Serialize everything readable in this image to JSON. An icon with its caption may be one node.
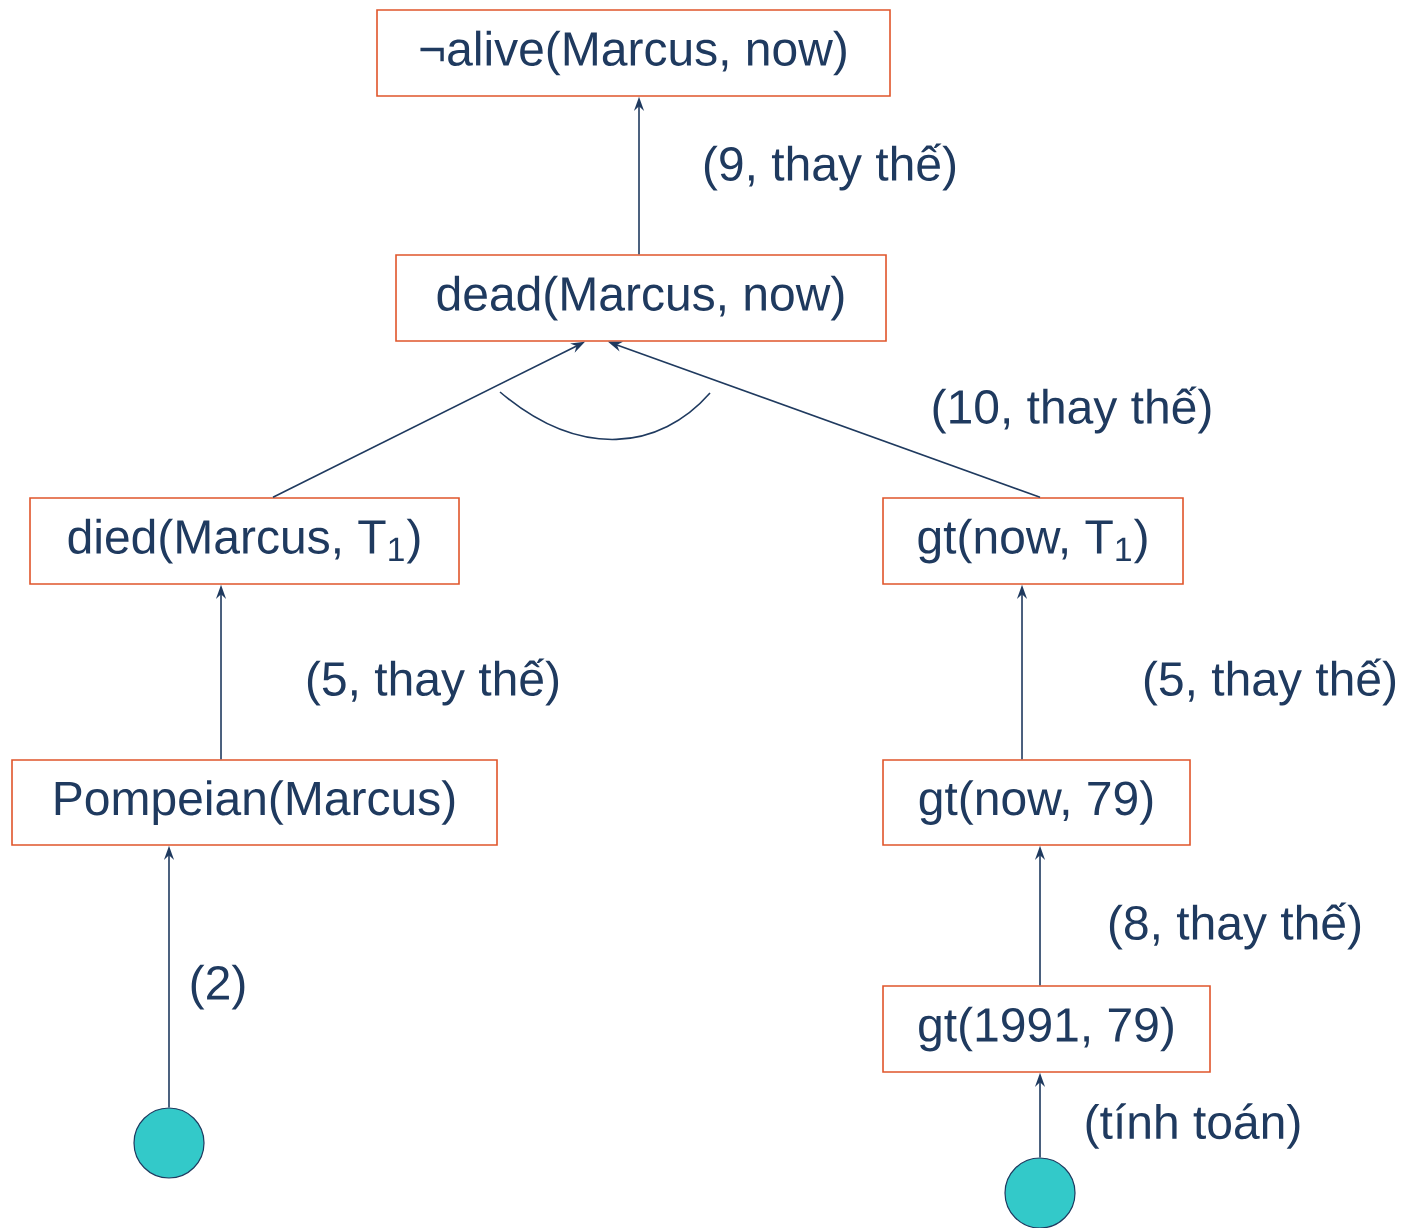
{
  "diagram": {
    "nodes": [
      {
        "text": [
          "¬alive(Marcus, now)"
        ]
      },
      {
        "text": [
          "dead(Marcus, now)"
        ]
      },
      {
        "text": [
          "died(Marcus, T$_{1}$)"
        ]
      },
      {
        "text": [
          "gt(now, T$_{1}$)"
        ]
      },
      {
        "text": [
          "Pompeian(Marcus)"
        ]
      },
      {
        "text": [
          "gt(now, 79)"
        ]
      },
      {
        "text": [
          "gt(1991, 79)"
        ]
      },
      {
        "text": [],
        "shape": "circle"
      },
      {
        "text": [],
        "shape": "circle"
      }
    ],
    "edges": [
      {
        "from": 1,
        "to": 0,
        "arrow": "to",
        "label": "(9, thay thế)"
      },
      {
        "from": 2,
        "to": 1,
        "arrow": "to"
      },
      {
        "from": 3,
        "to": 1,
        "arrow": "to",
        "label": "(10, thay thế)"
      },
      {
        "from": 4,
        "to": 2,
        "arrow": "to",
        "label": "(5, thay thế)"
      },
      {
        "from": 5,
        "to": 3,
        "arrow": "to",
        "label": "(5, thay thế)"
      },
      {
        "from": 6,
        "to": 5,
        "arrow": "to",
        "label": "(8, thay thế)"
      },
      {
        "from": 7,
        "to": 4,
        "arrow": "to",
        "label": "(2)"
      },
      {
        "from": 8,
        "to": 6,
        "arrow": "to",
        "label": "(tính toán)"
      }
    ]
  }
}
